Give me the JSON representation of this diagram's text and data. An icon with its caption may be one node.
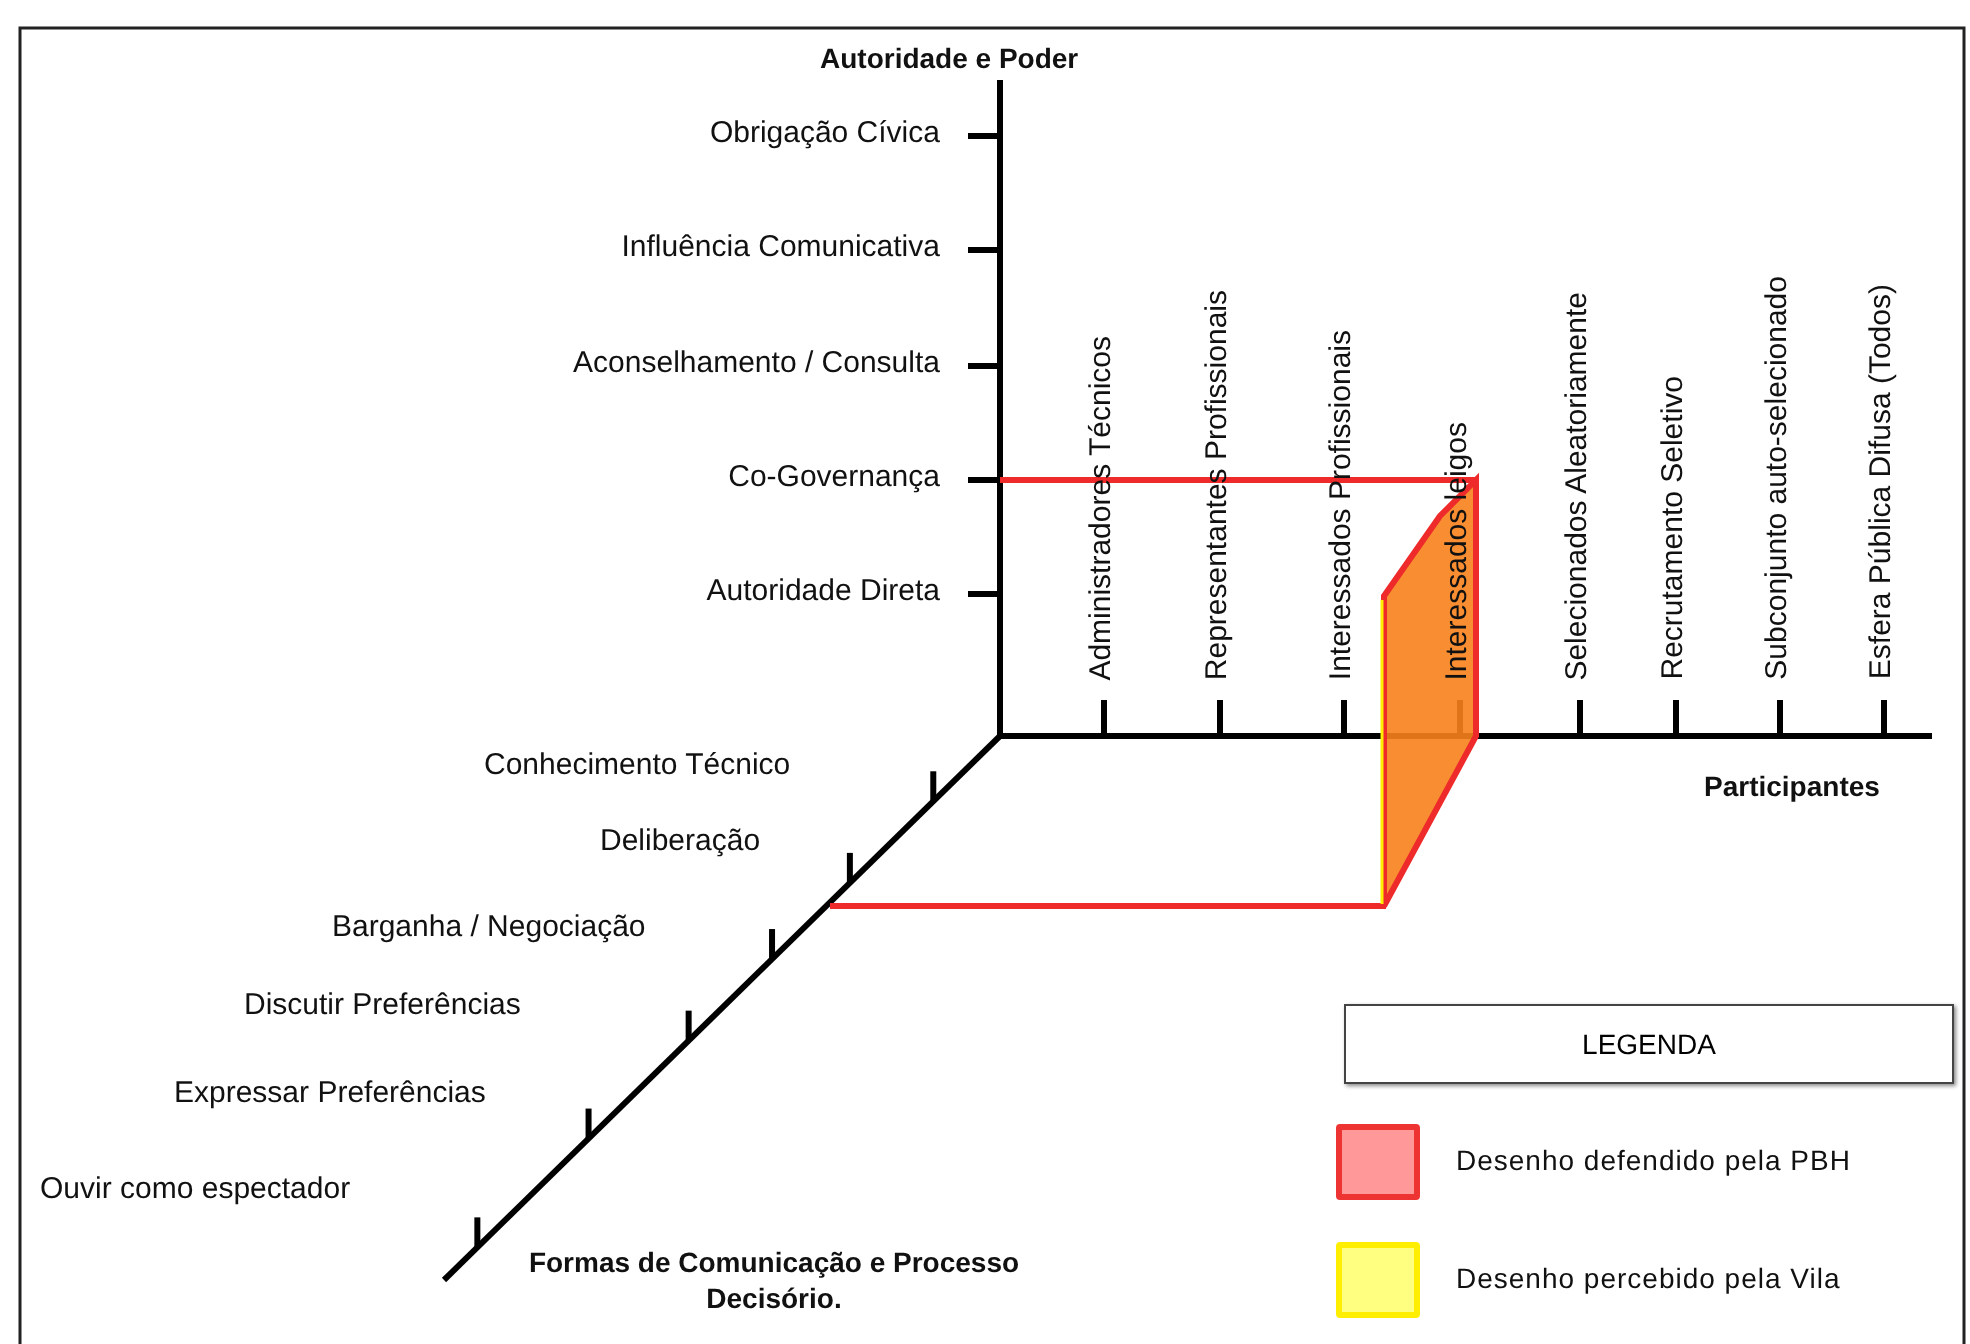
{
  "diagram": {
    "nodes": [
      {
        "text": [
          "LEGENDA"
        ]
      }
    ],
    "labels": [
      "Autoridade e Poder",
      "Obrigação Cívica",
      "Influência Comunicativa",
      "Aconselhamento / Consulta",
      "Co-Governança",
      "Autoridade Direta",
      "Administradores Técnicos",
      "Representantes Profissionais",
      "Interessados Profissionais",
      "Interessados leigos",
      "Selecionados Aleatoriamente",
      "Recrutamento Seletivo",
      "Subconjunto auto-selecionado",
      "Esfera Pública Difusa (Todos)",
      "Conhecimento Técnico",
      "Participantes",
      "Deliberação",
      "Barganha / Negociação",
      "Discutir Preferências",
      "Expressar Preferências",
      "Ouvir como espectador",
      "Formas de Comunicação e Processo Decisório."
    ],
    "legend": [
      {
        "text": "Desenho defendido pela PBH",
        "color": "#ff9999"
      },
      {
        "text": "Desenho percebido pela Vila",
        "color": "#ffff80"
      }
    ]
  }
}
